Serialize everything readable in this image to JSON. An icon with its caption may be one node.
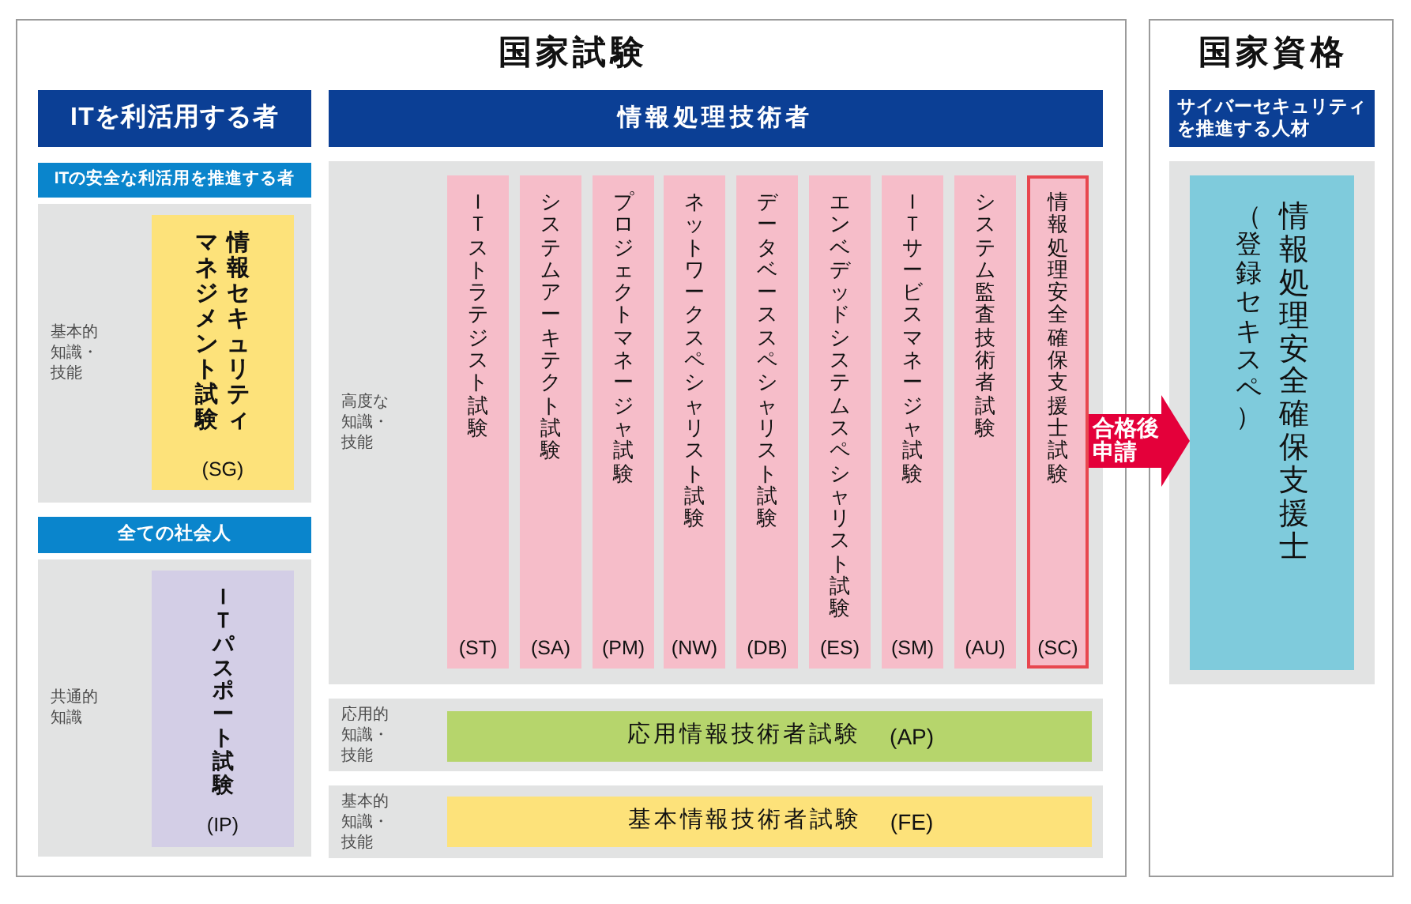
{
  "diagram": {
    "nodes": [
      {
        "text": [
          "国家試験"
        ]
      },
      {
        "text": [
          "ITを利活用する者"
        ],
        "in": 0
      },
      {
        "text": [
          "ITの安全な利活用を推進する者"
        ],
        "in": 0
      },
      {
        "text": [
          "基本的知識・技能"
        ],
        "in": 0
      },
      {
        "text": [
          "情報セキュリティマネジメント試験",
          "(SG)"
        ],
        "in": 3
      },
      {
        "text": [
          "全ての社会人"
        ],
        "in": 0
      },
      {
        "text": [
          "共通的知識"
        ],
        "in": 0
      },
      {
        "text": [
          "ＩＴパスポート試験",
          "(IP)"
        ],
        "in": 6
      },
      {
        "text": [
          "情報処理技術者"
        ],
        "in": 0
      },
      {
        "text": [
          "高度な知識・技能"
        ],
        "in": 0
      },
      {
        "text": [
          "ＩＴストラテジスト試験",
          "(ST)"
        ],
        "in": 9
      },
      {
        "text": [
          "システムアーキテクト試験",
          "(SA)"
        ],
        "in": 9
      },
      {
        "text": [
          "プロジェクトマネージャ試験",
          "(PM)"
        ],
        "in": 9
      },
      {
        "text": [
          "ネットワークスペシャリスト試験",
          "(NW)"
        ],
        "in": 9
      },
      {
        "text": [
          "データベーススペシャリスト試験",
          "(DB)"
        ],
        "in": 9
      },
      {
        "text": [
          "エンベデッドシステムスペシャリスト試験",
          "(ES)"
        ],
        "in": 9
      },
      {
        "text": [
          "ＩＴサービスマネージャ試験",
          "(SM)"
        ],
        "in": 9
      },
      {
        "text": [
          "システム監査技術者試験",
          "(AU)"
        ],
        "in": 9
      },
      {
        "text": [
          "情報処理安全確保支援士試験",
          "(SC)"
        ],
        "in": 9
      },
      {
        "text": [
          "応用的知識・技能"
        ],
        "in": 0
      },
      {
        "text": [
          "応用情報技術者試験",
          "(AP)"
        ],
        "in": 19
      },
      {
        "text": [
          "基本的知識・技能"
        ],
        "in": 0
      },
      {
        "text": [
          "基本情報技術者試験",
          "(FE)"
        ],
        "in": 21
      },
      {
        "text": [
          "国家資格"
        ]
      },
      {
        "text": [
          "サイバーセキュリティを推進する人材"
        ],
        "in": 23
      },
      {
        "text": [],
        "shape": "box",
        "in": 23
      },
      {
        "text": [
          "（登録セキスペ）",
          "情報処理安全確保支援士"
        ],
        "in": 25
      }
    ],
    "edges": [
      {
        "from": 18,
        "to": 26,
        "label": "合格後申請",
        "arrow": "to",
        "color": "#e4003a"
      }
    ]
  }
}
